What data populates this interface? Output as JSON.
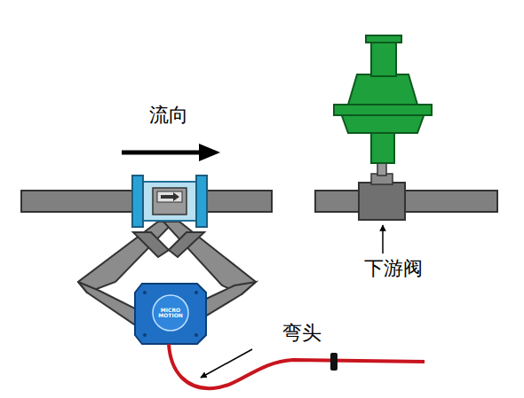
{
  "diagram": {
    "labels": [
      "流向",
      "下游阀",
      "MICRO MOTION",
      "弯头"
    ]
  }
}
